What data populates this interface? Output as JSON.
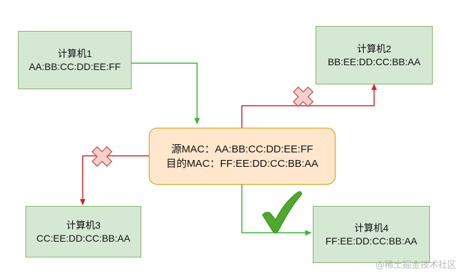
{
  "colors": {
    "node_fill": "#d5e8d4",
    "node_stroke": "#82b366",
    "center_fill": "#ffe6cc",
    "center_stroke": "#d79b00",
    "green_edge": "#2ebc2e",
    "red_edge": "#d62424",
    "x_fill": "#f8cecc",
    "x_stroke": "#b85450",
    "check_fill": "#4ea82a"
  },
  "nodes": {
    "pc1": {
      "name": "计算机1",
      "mac": "AA:BB:CC:DD:EE:FF"
    },
    "pc2": {
      "name": "计算机2",
      "mac": "BB:EE:DD:CC:BB:AA"
    },
    "pc3": {
      "name": "计算机3",
      "mac": "CC:EE:DD:CC:BB:AA"
    },
    "pc4": {
      "name": "计算机4",
      "mac": "FF:EE:DD:CC:BB:AA"
    }
  },
  "center": {
    "src_line": "源MAC：AA:BB:CC:DD:EE:FF",
    "dst_line": "目的MAC：FF:EE:DD:CC:BB:AA"
  },
  "marks": {
    "pc2_edge": "x-icon",
    "pc3_edge": "x-icon",
    "pc4_edge": "check-icon"
  },
  "watermark": "@稀土掘金技术社区"
}
